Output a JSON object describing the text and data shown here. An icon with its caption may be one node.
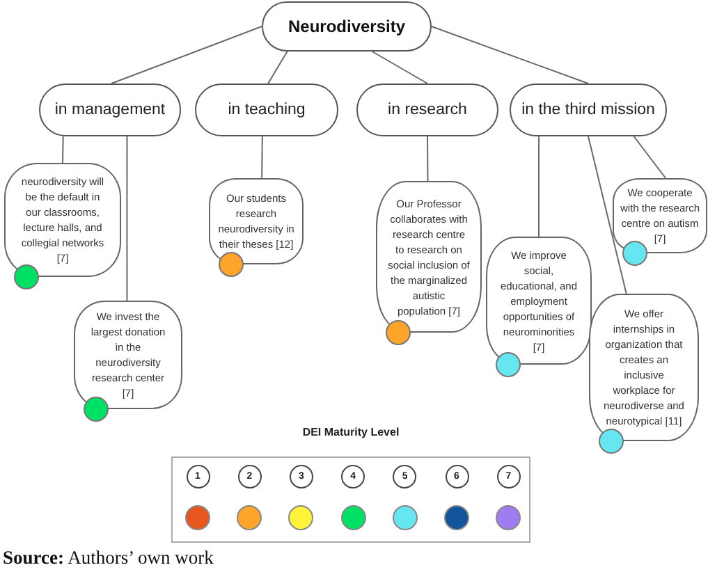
{
  "diagram": {
    "caption": "**Source:** Authors’ own work",
    "nodes": [
      {
        "text": [
          "Neurodiversity"
        ]
      },
      {
        "text": [
          "in management"
        ]
      },
      {
        "text": [
          "in teaching"
        ]
      },
      {
        "text": [
          "in research"
        ]
      },
      {
        "text": [
          "in the third mission"
        ]
      },
      {
        "text": [
          "neurodiversity will be the default in our classrooms, lecture halls, and collegial networks [7]"
        ]
      },
      {
        "text": [
          "We invest the largest donation in the neurodiversity research center [7]"
        ]
      },
      {
        "text": [
          "Our students research neurodiversity in their theses [12]"
        ]
      },
      {
        "text": [
          "Our Professor collaborates with research centre to research on social inclusion of the marginalized autistic population [7]"
        ]
      },
      {
        "text": [
          "We improve social, educational, and employment opportunities of neurominorities [7]"
        ]
      },
      {
        "text": [
          "We cooperate with the research centre on autism [7]"
        ]
      },
      {
        "text": [
          "We offer internships in organization that creates an inclusive workplace for neurodiverse and neurotypical [11]"
        ]
      }
    ],
    "edges": [
      {
        "from": 0,
        "to": 1,
        "arrow": "none"
      },
      {
        "from": 0,
        "to": 2,
        "arrow": "none"
      },
      {
        "from": 0,
        "to": 3,
        "arrow": "none"
      },
      {
        "from": 0,
        "to": 4,
        "arrow": "none"
      },
      {
        "from": 1,
        "to": 5,
        "arrow": "none"
      },
      {
        "from": 1,
        "to": 6,
        "arrow": "none"
      },
      {
        "from": 2,
        "to": 7,
        "arrow": "none"
      },
      {
        "from": 3,
        "to": 8,
        "arrow": "none"
      },
      {
        "from": 4,
        "to": 9,
        "arrow": "none"
      },
      {
        "from": 4,
        "to": 10,
        "arrow": "none"
      },
      {
        "from": 4,
        "to": 11,
        "arrow": "none"
      }
    ],
    "labels": [
      "DEI Maturity Level"
    ],
    "legend": [
      {
        "text": "1",
        "color": "#e8561f"
      },
      {
        "text": "2",
        "color": "#ffa42b"
      },
      {
        "text": "3",
        "color": "#fff33b"
      },
      {
        "text": "4",
        "color": "#00e064"
      },
      {
        "text": "5",
        "color": "#66e6f0"
      },
      {
        "text": "6",
        "color": "#12559a"
      },
      {
        "text": "7",
        "color": "#a07cf2"
      }
    ]
  }
}
